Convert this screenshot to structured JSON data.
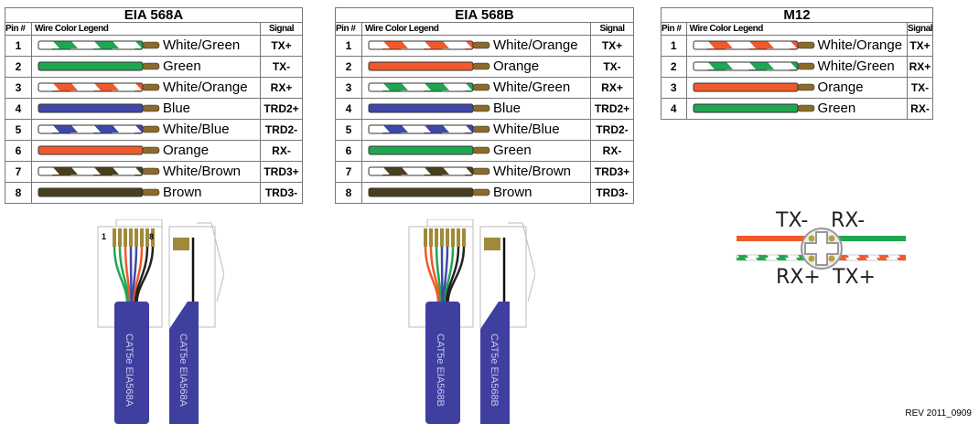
{
  "colors": {
    "white": "#ffffff",
    "green": "#1fa650",
    "orange": "#f05a2a",
    "blue": "#3f48a8",
    "brown": "#4a3f1c",
    "tip": "#8b6a2c"
  },
  "headers": {
    "pin": "Pin #",
    "legend": "Wire Color Legend",
    "signal": "Signal"
  },
  "tables": [
    {
      "title": "EIA 568A",
      "rows": [
        {
          "pin": "1",
          "label": "White/Green",
          "wire": "green",
          "striped": true,
          "signal": "TX+"
        },
        {
          "pin": "2",
          "label": "Green",
          "wire": "green",
          "striped": false,
          "signal": "TX-"
        },
        {
          "pin": "3",
          "label": "White/Orange",
          "wire": "orange",
          "striped": true,
          "signal": "RX+"
        },
        {
          "pin": "4",
          "label": "Blue",
          "wire": "blue",
          "striped": false,
          "signal": "TRD2+"
        },
        {
          "pin": "5",
          "label": "White/Blue",
          "wire": "blue",
          "striped": true,
          "signal": "TRD2-"
        },
        {
          "pin": "6",
          "label": "Orange",
          "wire": "orange",
          "striped": false,
          "signal": "RX-"
        },
        {
          "pin": "7",
          "label": "White/Brown",
          "wire": "brown",
          "striped": true,
          "signal": "TRD3+"
        },
        {
          "pin": "8",
          "label": "Brown",
          "wire": "brown",
          "striped": false,
          "signal": "TRD3-"
        }
      ]
    },
    {
      "title": "EIA 568B",
      "rows": [
        {
          "pin": "1",
          "label": "White/Orange",
          "wire": "orange",
          "striped": true,
          "signal": "TX+"
        },
        {
          "pin": "2",
          "label": "Orange",
          "wire": "orange",
          "striped": false,
          "signal": "TX-"
        },
        {
          "pin": "3",
          "label": "White/Green",
          "wire": "green",
          "striped": true,
          "signal": "RX+"
        },
        {
          "pin": "4",
          "label": "Blue",
          "wire": "blue",
          "striped": false,
          "signal": "TRD2+"
        },
        {
          "pin": "5",
          "label": "White/Blue",
          "wire": "blue",
          "striped": true,
          "signal": "TRD2-"
        },
        {
          "pin": "6",
          "label": "Green",
          "wire": "green",
          "striped": false,
          "signal": "RX-"
        },
        {
          "pin": "7",
          "label": "White/Brown",
          "wire": "brown",
          "striped": true,
          "signal": "TRD3+"
        },
        {
          "pin": "8",
          "label": "Brown",
          "wire": "brown",
          "striped": false,
          "signal": "TRD3-"
        }
      ]
    },
    {
      "title": "M12",
      "rows": [
        {
          "pin": "1",
          "label": "White/Orange",
          "wire": "orange",
          "striped": true,
          "signal": "TX+"
        },
        {
          "pin": "2",
          "label": "White/Green",
          "wire": "green",
          "striped": true,
          "signal": "RX+"
        },
        {
          "pin": "3",
          "label": "Orange",
          "wire": "orange",
          "striped": false,
          "signal": "TX-"
        },
        {
          "pin": "4",
          "label": "Green",
          "wire": "green",
          "striped": false,
          "signal": "RX-"
        }
      ]
    }
  ],
  "connectors": [
    {
      "cable_label": "CAT5e EIA568A",
      "pin_first": "1",
      "pin_last": "8"
    },
    {
      "cable_label": "CAT5e EIA568B"
    }
  ],
  "m12_pinout": {
    "tl": "TX-",
    "tr": "RX-",
    "bl": "RX+",
    "br": "TX+"
  },
  "revision": "REV 2011_0909"
}
